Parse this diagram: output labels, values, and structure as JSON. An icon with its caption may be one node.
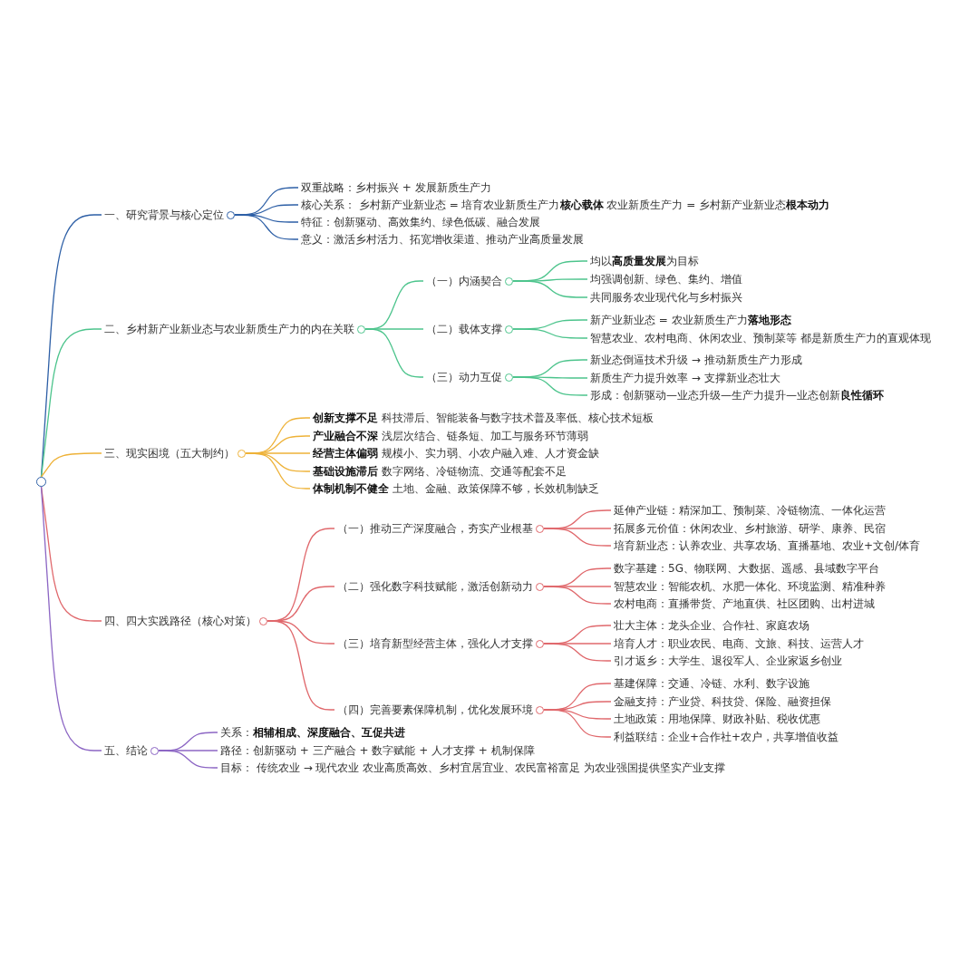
{
  "diagram": {
    "nodes": [
      {
        "text": [],
        "shape": "circle"
      },
      {
        "text": [
          "一、研究背景与核心定位"
        ]
      },
      {
        "text": [
          "双重战略：乡村振兴 + 发展新质生产力"
        ]
      },
      {
        "text": [
          "核心关系： 乡村新产业新业态 = 培育农业新质生产力**核心载体** 农业新质生产力 = 乡村新产业新业态**根本动力**"
        ]
      },
      {
        "text": [
          "特征：创新驱动、高效集约、绿色低碳、融合发展"
        ]
      },
      {
        "text": [
          "意义：激活乡村活力、拓宽增收渠道、推动产业高质量发展"
        ]
      },
      {
        "text": [
          "二、乡村新产业新业态与农业新质生产力的内在关联"
        ]
      },
      {
        "text": [
          "（一）内涵契合"
        ]
      },
      {
        "text": [
          "均以**高质量发展**为目标"
        ]
      },
      {
        "text": [
          "均强调创新、绿色、集约、增值"
        ]
      },
      {
        "text": [
          "共同服务农业现代化与乡村振兴"
        ]
      },
      {
        "text": [
          "（二）载体支撑"
        ]
      },
      {
        "text": [
          "新产业新业态 = 农业新质生产力**落地形态**"
        ]
      },
      {
        "text": [
          "智慧农业、农村电商、休闲农业、预制菜等 都是新质生产力的直观体现"
        ]
      },
      {
        "text": [
          "（三）动力互促"
        ]
      },
      {
        "text": [
          "新业态倒逼技术升级 → 推动新质生产力形成"
        ]
      },
      {
        "text": [
          "新质生产力提升效率 → 支撑新业态壮大"
        ]
      },
      {
        "text": [
          "形成：创新驱动—业态升级—生产力提升—业态创新**良性循环**"
        ]
      },
      {
        "text": [
          "三、现实困境（五大制约）"
        ]
      },
      {
        "text": [
          "**创新支撑不足** 科技滞后、智能装备与数字技术普及率低、核心技术短板"
        ]
      },
      {
        "text": [
          "**产业融合不深** 浅层次结合、链条短、加工与服务环节薄弱"
        ]
      },
      {
        "text": [
          "**经营主体偏弱** 规模小、实力弱、小农户融入难、人才资金缺"
        ]
      },
      {
        "text": [
          "**基础设施滞后** 数字网络、冷链物流、交通等配套不足"
        ]
      },
      {
        "text": [
          "**体制机制不健全** 土地、金融、政策保障不够，长效机制缺乏"
        ]
      },
      {
        "text": [
          "四、四大实践路径（核心对策）"
        ]
      },
      {
        "text": [
          "（一）推动三产深度融合，夯实产业根基"
        ]
      },
      {
        "text": [
          "延伸产业链：精深加工、预制菜、冷链物流、一体化运营"
        ]
      },
      {
        "text": [
          "拓展多元价值：休闲农业、乡村旅游、研学、康养、民宿"
        ]
      },
      {
        "text": [
          "培育新业态：认养农业、共享农场、直播基地、农业+文创/体育"
        ]
      },
      {
        "text": [
          "（二）强化数字科技赋能，激活创新动力"
        ]
      },
      {
        "text": [
          "数字基建：5G、物联网、大数据、遥感、县域数字平台"
        ]
      },
      {
        "text": [
          "智慧农业：智能农机、水肥一体化、环境监测、精准种养"
        ]
      },
      {
        "text": [
          "农村电商：直播带货、产地直供、社区团购、出村进城"
        ]
      },
      {
        "text": [
          "（三）培育新型经营主体，强化人才支撑"
        ]
      },
      {
        "text": [
          "壮大主体：龙头企业、合作社、家庭农场"
        ]
      },
      {
        "text": [
          "培育人才：职业农民、电商、文旅、科技、运营人才"
        ]
      },
      {
        "text": [
          "引才返乡：大学生、退役军人、企业家返乡创业"
        ]
      },
      {
        "text": [
          "（四）完善要素保障机制，优化发展环境"
        ]
      },
      {
        "text": [
          "基建保障：交通、冷链、水利、数字设施"
        ]
      },
      {
        "text": [
          "金融支持：产业贷、科技贷、保险、融资担保"
        ]
      },
      {
        "text": [
          "土地政策：用地保障、财政补贴、税收优惠"
        ]
      },
      {
        "text": [
          "利益联结：企业+合作社+农户，共享增值收益"
        ]
      },
      {
        "text": [
          "五、结论"
        ]
      },
      {
        "text": [
          "关系：**相辅相成、深度融合、互促共进**"
        ]
      },
      {
        "text": [
          "路径：创新驱动 + 三产融合 + 数字赋能 + 人才支撑 + 机制保障"
        ]
      },
      {
        "text": [
          "目标： 传统农业 → 现代农业 农业高质高效、乡村宜居宜业、农民富裕富足 为农业强国提供坚实产业支撑"
        ]
      }
    ],
    "edges": [
      {
        "from": 0,
        "to": 1,
        "arrow": "none",
        "color": "#2d5fa6"
      },
      {
        "from": 1,
        "to": 2,
        "arrow": "none",
        "color": "#2d5fa6"
      },
      {
        "from": 1,
        "to": 3,
        "arrow": "none",
        "color": "#2d5fa6"
      },
      {
        "from": 1,
        "to": 4,
        "arrow": "none",
        "color": "#2d5fa6"
      },
      {
        "from": 1,
        "to": 5,
        "arrow": "none",
        "color": "#2d5fa6"
      },
      {
        "from": 0,
        "to": 6,
        "arrow": "none",
        "color": "#4cc48c"
      },
      {
        "from": 6,
        "to": 7,
        "arrow": "none",
        "color": "#4cc48c"
      },
      {
        "from": 7,
        "to": 8,
        "arrow": "none",
        "color": "#4cc48c"
      },
      {
        "from": 7,
        "to": 9,
        "arrow": "none",
        "color": "#4cc48c"
      },
      {
        "from": 7,
        "to": 10,
        "arrow": "none",
        "color": "#4cc48c"
      },
      {
        "from": 6,
        "to": 11,
        "arrow": "none",
        "color": "#4cc48c"
      },
      {
        "from": 11,
        "to": 12,
        "arrow": "none",
        "color": "#4cc48c"
      },
      {
        "from": 11,
        "to": 13,
        "arrow": "none",
        "color": "#4cc48c"
      },
      {
        "from": 6,
        "to": 14,
        "arrow": "none",
        "color": "#4cc48c"
      },
      {
        "from": 14,
        "to": 15,
        "arrow": "none",
        "color": "#4cc48c"
      },
      {
        "from": 14,
        "to": 16,
        "arrow": "none",
        "color": "#4cc48c"
      },
      {
        "from": 14,
        "to": 17,
        "arrow": "none",
        "color": "#4cc48c"
      },
      {
        "from": 0,
        "to": 18,
        "arrow": "none",
        "color": "#eeb238"
      },
      {
        "from": 18,
        "to": 19,
        "arrow": "none",
        "color": "#eeb238"
      },
      {
        "from": 18,
        "to": 20,
        "arrow": "none",
        "color": "#eeb238"
      },
      {
        "from": 18,
        "to": 21,
        "arrow": "none",
        "color": "#eeb238"
      },
      {
        "from": 18,
        "to": 22,
        "arrow": "none",
        "color": "#eeb238"
      },
      {
        "from": 18,
        "to": 23,
        "arrow": "none",
        "color": "#eeb238"
      },
      {
        "from": 0,
        "to": 24,
        "arrow": "none",
        "color": "#e0686c"
      },
      {
        "from": 24,
        "to": 25,
        "arrow": "none",
        "color": "#e0686c"
      },
      {
        "from": 25,
        "to": 26,
        "arrow": "none",
        "color": "#e0686c"
      },
      {
        "from": 25,
        "to": 27,
        "arrow": "none",
        "color": "#e0686c"
      },
      {
        "from": 25,
        "to": 28,
        "arrow": "none",
        "color": "#e0686c"
      },
      {
        "from": 24,
        "to": 29,
        "arrow": "none",
        "color": "#e0686c"
      },
      {
        "from": 29,
        "to": 30,
        "arrow": "none",
        "color": "#e0686c"
      },
      {
        "from": 29,
        "to": 31,
        "arrow": "none",
        "color": "#e0686c"
      },
      {
        "from": 29,
        "to": 32,
        "arrow": "none",
        "color": "#e0686c"
      },
      {
        "from": 24,
        "to": 33,
        "arrow": "none",
        "color": "#e0686c"
      },
      {
        "from": 33,
        "to": 34,
        "arrow": "none",
        "color": "#e0686c"
      },
      {
        "from": 33,
        "to": 35,
        "arrow": "none",
        "color": "#e0686c"
      },
      {
        "from": 33,
        "to": 36,
        "arrow": "none",
        "color": "#e0686c"
      },
      {
        "from": 24,
        "to": 37,
        "arrow": "none",
        "color": "#e0686c"
      },
      {
        "from": 37,
        "to": 38,
        "arrow": "none",
        "color": "#e0686c"
      },
      {
        "from": 37,
        "to": 39,
        "arrow": "none",
        "color": "#e0686c"
      },
      {
        "from": 37,
        "to": 40,
        "arrow": "none",
        "color": "#e0686c"
      },
      {
        "from": 37,
        "to": 41,
        "arrow": "none",
        "color": "#e0686c"
      },
      {
        "from": 0,
        "to": 42,
        "arrow": "none",
        "color": "#8c66c4"
      },
      {
        "from": 42,
        "to": 43,
        "arrow": "none",
        "color": "#8c66c4"
      },
      {
        "from": 42,
        "to": 44,
        "arrow": "none",
        "color": "#8c66c4"
      },
      {
        "from": 42,
        "to": 45,
        "arrow": "none",
        "color": "#8c66c4"
      }
    ]
  }
}
